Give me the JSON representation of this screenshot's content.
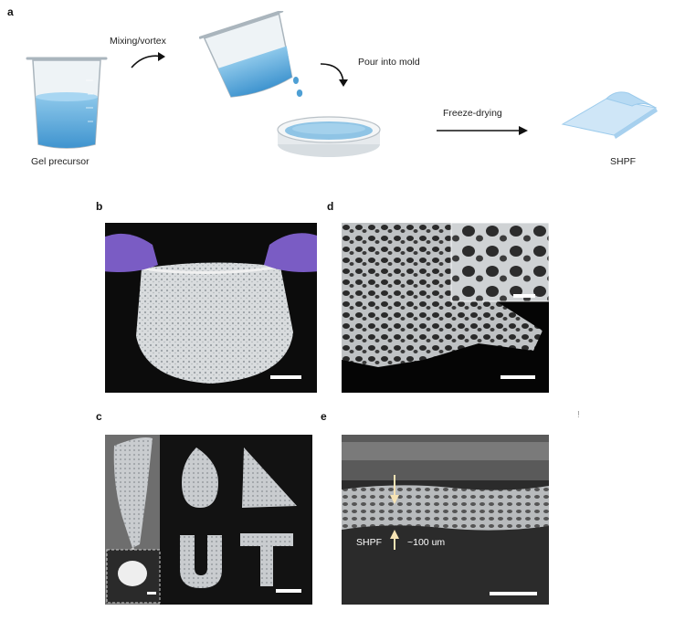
{
  "panels": {
    "a": {
      "letter": "a",
      "steps": {
        "precursor": "Gel precursor",
        "mixing": "Mixing/vortex",
        "pour": "Pour into mold",
        "freeze": "Freeze-drying",
        "product": "SHPF"
      }
    },
    "b": {
      "letter": "b"
    },
    "c": {
      "letter": "c"
    },
    "d": {
      "letter": "d"
    },
    "e": {
      "letter": "e",
      "label": "SHPF",
      "thickness": "~100 um"
    }
  },
  "stray_mark": "!",
  "colors": {
    "liquid": "#5aa8d8",
    "glove": "#7a5cc4",
    "film": "#cfe6f7"
  }
}
